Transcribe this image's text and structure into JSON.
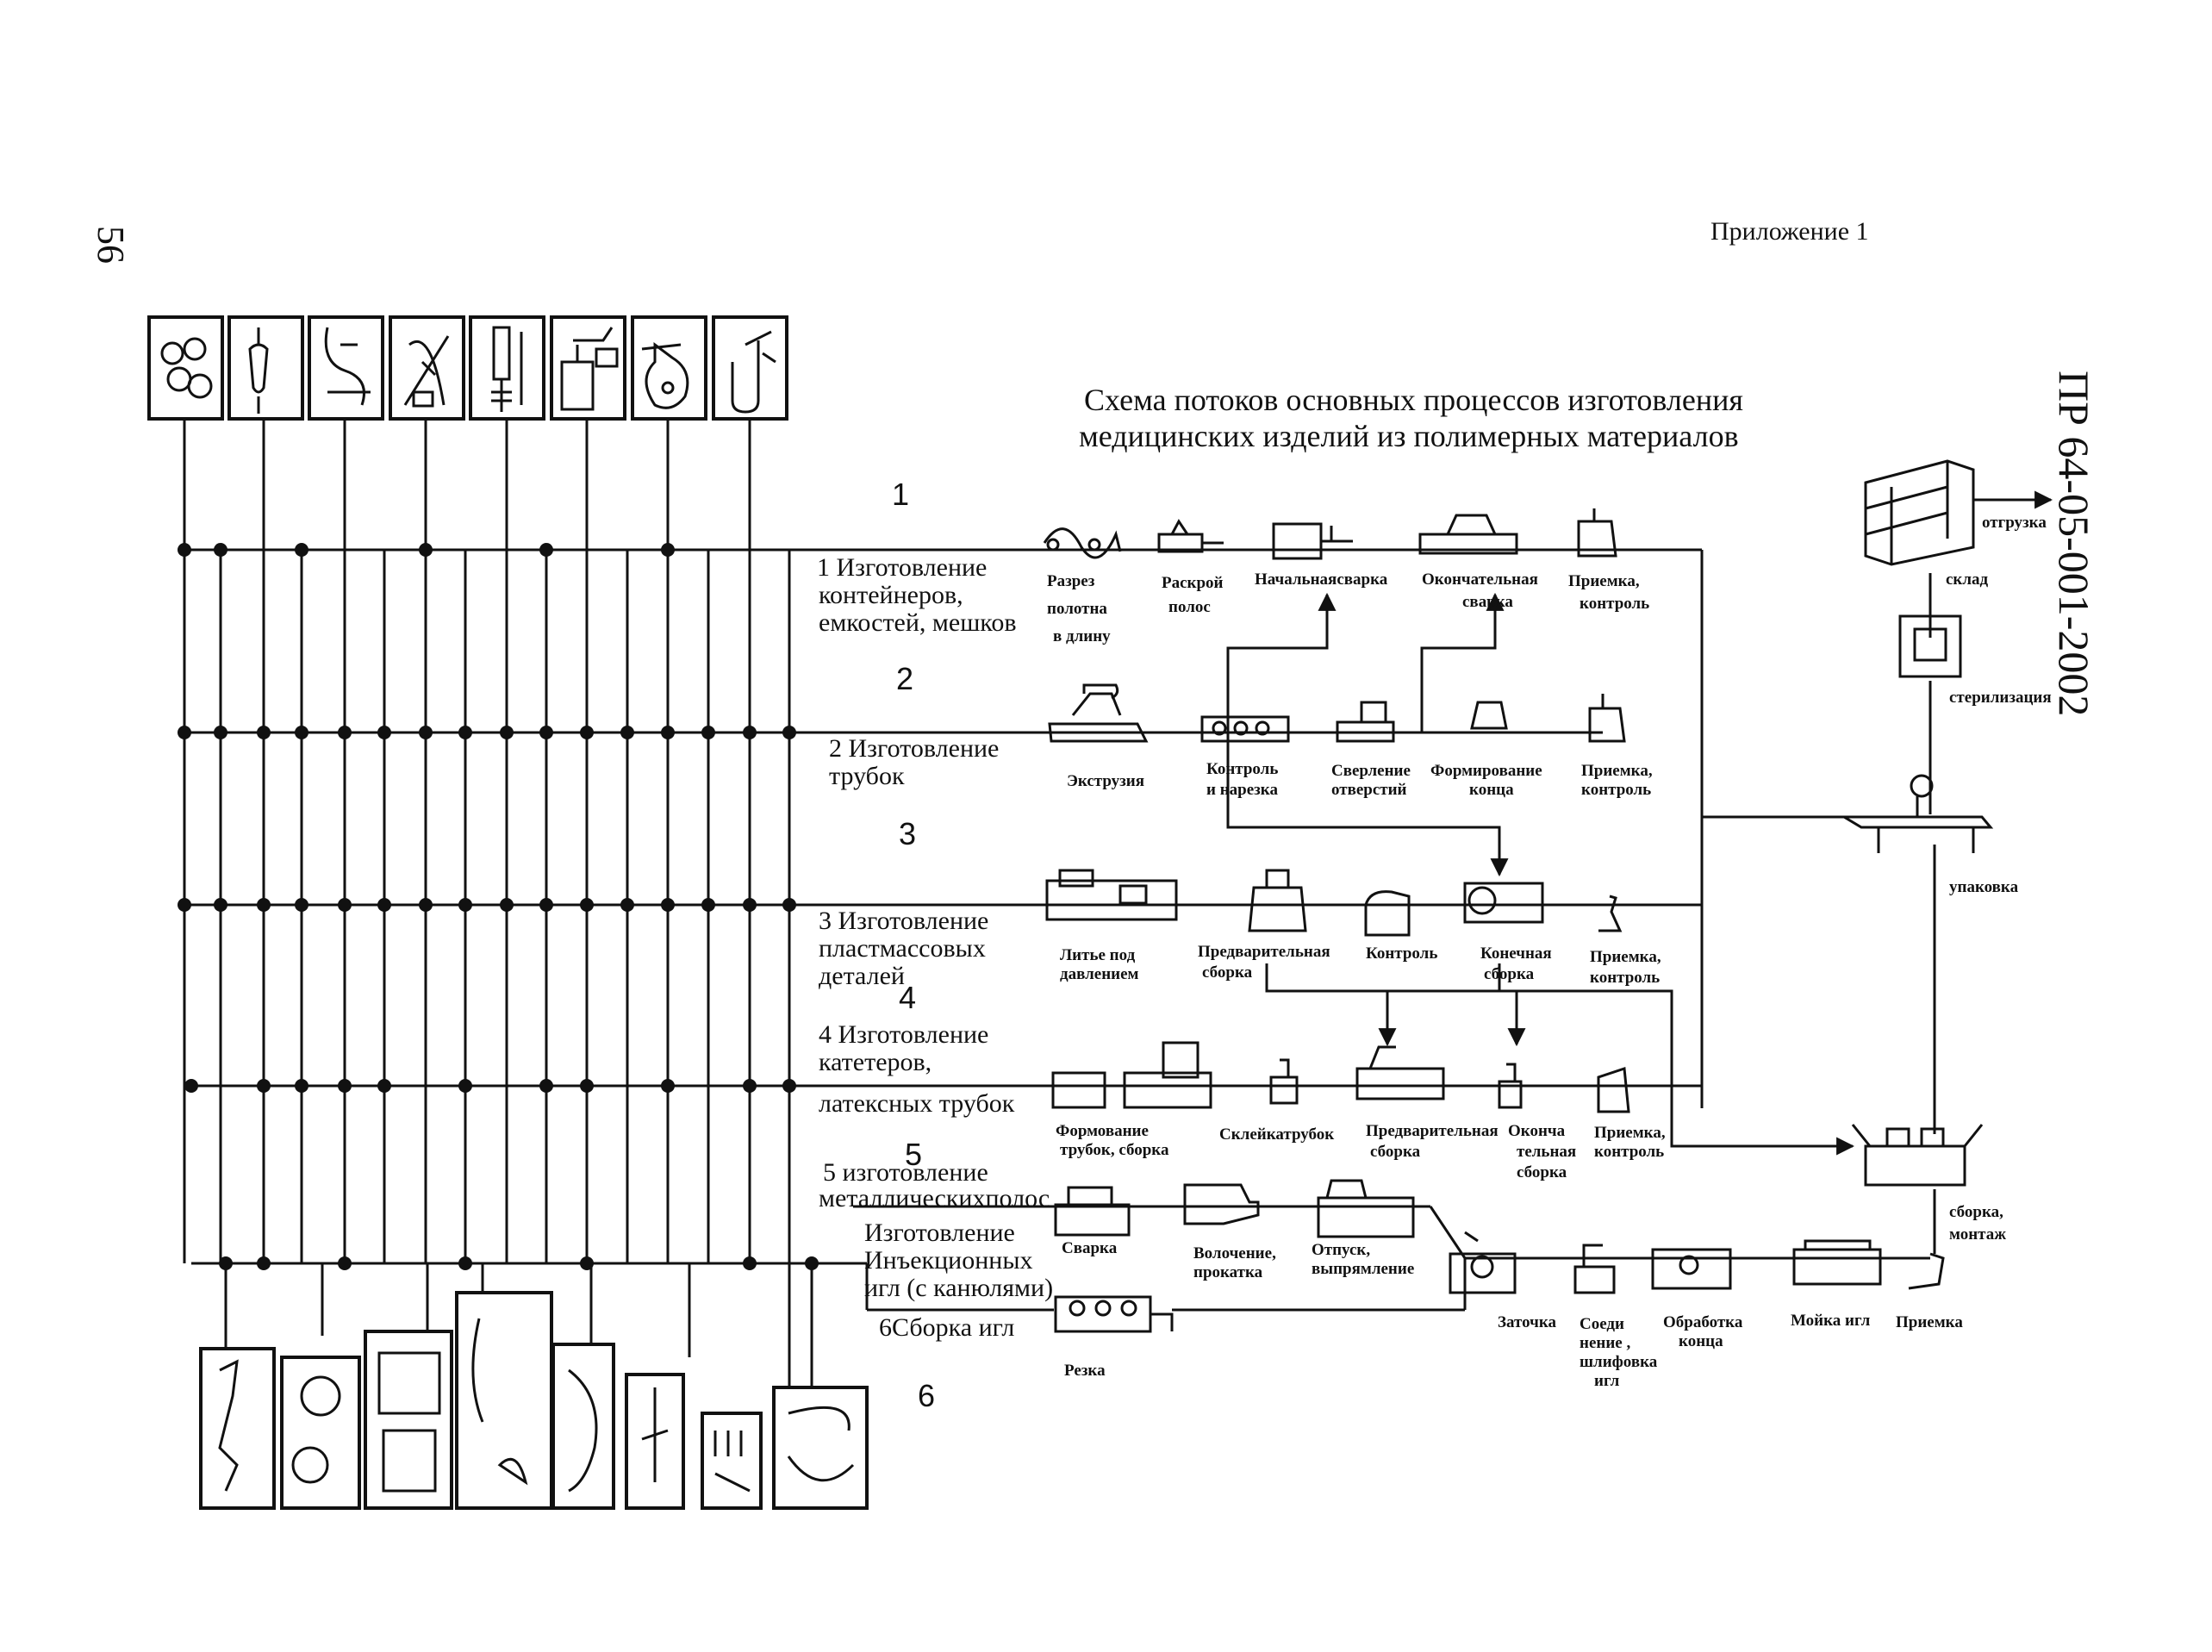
{
  "page": {
    "page_number": "56",
    "appendix": "Приложение 1",
    "doc_code": "ПР 64-05-001-2002"
  },
  "title_lines": [
    "Схема потоков основных процессов изготовления",
    "медицинских изделий из полимерных материалов"
  ],
  "line_numbers": [
    "1",
    "2",
    "3",
    "4",
    "5",
    "6"
  ],
  "process_labels": [
    [
      "1 Изготовление",
      "контейнеров,",
      "емкостей, мешков"
    ],
    [
      "2 Изготовление",
      "трубок"
    ],
    [
      "3 Изготовление",
      "пластмассовых",
      "деталей"
    ],
    [
      "4 Изготовление",
      "катетеров,",
      "латексных трубок"
    ],
    [
      "5 изготовление",
      "металлическихполос"
    ],
    [
      "Изготовление",
      "Инъекционных",
      "игл (с канюлями)"
    ],
    [
      "6Сборка игл"
    ]
  ],
  "steps": {
    "line1": [
      [
        "Разрез",
        "полотна",
        "в длину"
      ],
      [
        "Раскрой",
        "полос"
      ],
      [
        "Начальнаясварка"
      ],
      [
        "Окончательная",
        "сварка"
      ],
      [
        "Приемка,",
        "контроль"
      ]
    ],
    "line2": [
      [
        "Экструзия"
      ],
      [
        "Контроль",
        "и нарезка"
      ],
      [
        "Сверление",
        "отверстий"
      ],
      [
        "Формирование",
        "конца"
      ],
      [
        "Приемка,",
        "контроль"
      ]
    ],
    "line3": [
      [
        "Литье под",
        "давлением"
      ],
      [
        "Предварительная",
        "сборка"
      ],
      [
        "Контроль"
      ],
      [
        "Конечная",
        "сборка"
      ],
      [
        "Приемка,",
        "контроль"
      ]
    ],
    "line4": [
      [
        "Формование",
        "трубок, сборка"
      ],
      [
        "Склейкатрубок"
      ],
      [
        "Предварительная",
        "сборка"
      ],
      [
        "Оконча",
        "тельная",
        "сборка"
      ],
      [
        "Приемка,",
        "контроль"
      ]
    ],
    "line5": [
      [
        "Сварка"
      ],
      [
        "Волочение,",
        "прокатка"
      ],
      [
        "Отпуск,",
        "выпрямление"
      ],
      [
        "Заточка"
      ],
      [
        "Соеди",
        "нение ,",
        "шлифовка",
        "игл"
      ],
      [
        "Обработка",
        "конца"
      ],
      [
        "Мойка игл"
      ],
      [
        "Приемка"
      ]
    ],
    "line6": [
      [
        "Резка"
      ]
    ]
  },
  "right_column": {
    "shipping": "отгрузка",
    "warehouse": "склад",
    "sterilization": "стерилизация",
    "packing": "упаковка",
    "assembly": [
      "сборка,",
      "монтаж"
    ]
  },
  "top_icons": [
    "bottles-icon",
    "drip-bag-icon",
    "tubing-set-icon",
    "infusion-set-icon",
    "syringe-icon",
    "blood-bag-icon",
    "mask-icon",
    "catheter-icon"
  ],
  "bottom_icons": [
    "infusion-system-icon",
    "tubing-coil-icon",
    "kit-tray-icon",
    "blood-set-icon",
    "catheter-loop-icon",
    "needle-icon",
    "needle-pack-icon",
    "coil-pack-icon"
  ]
}
